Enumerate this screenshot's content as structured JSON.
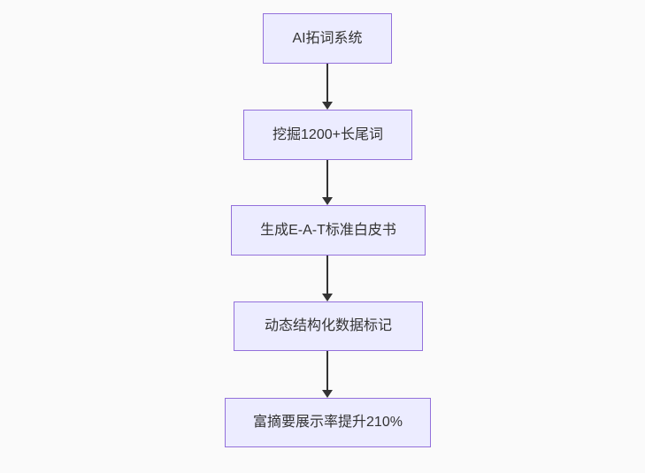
{
  "flowchart": {
    "type": "flowchart",
    "direction": "top-down",
    "nodes": [
      {
        "label": "AI拓词系统"
      },
      {
        "label": "挖掘1200+长尾词"
      },
      {
        "label": "生成E-A-T标准白皮书"
      },
      {
        "label": "动态结构化数据标记"
      },
      {
        "label": "富摘要展示率提升210%"
      }
    ],
    "edges": [
      {
        "from": 0,
        "to": 1,
        "arrow": "down"
      },
      {
        "from": 1,
        "to": 2,
        "arrow": "down"
      },
      {
        "from": 2,
        "to": 3,
        "arrow": "down"
      },
      {
        "from": 3,
        "to": 4,
        "arrow": "down"
      }
    ],
    "colors": {
      "node_fill": "#ececff",
      "node_border": "#9370db",
      "arrow": "#333333",
      "text": "#333333",
      "background": "#fafafa"
    }
  }
}
